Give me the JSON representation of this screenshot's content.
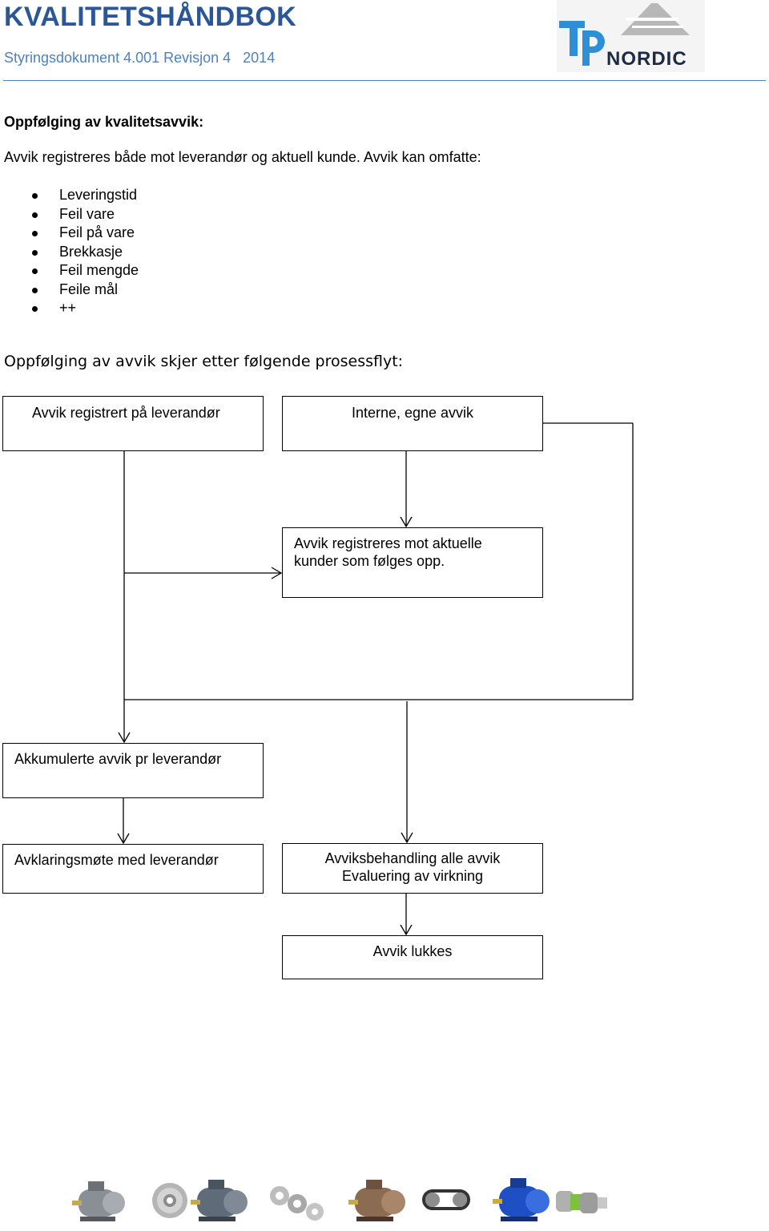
{
  "header": {
    "title": "KVALITETSHÅNDBOK",
    "subtitle": "Styringsdokument 4.001 Revisjon 4   2014",
    "logo_text": "NORDIC",
    "logo_letters": "TP",
    "accent_color": "#2b5797",
    "logo_blue": "#2f8fd5"
  },
  "content": {
    "heading": "Oppfølging av kvalitetsavvik:",
    "intro": "Avvik registreres både mot leverandør og aktuell kunde. Avvik kan omfatte:",
    "bullets": [
      "Leveringstid",
      "Feil vare",
      "Feil på vare",
      "Brekkasje",
      "Feil mengde",
      "Feile mål",
      "++"
    ],
    "process_intro": "Oppfølging av avvik skjer etter følgende prosessflyt:"
  },
  "flowchart": {
    "box_supplier": "Avvik registrert på leverandør",
    "box_internal": "Interne, egne avvik",
    "box_customers": "Avvik registreres mot aktuelle\nkunder som følges opp.",
    "box_accumulated": "Akkumulerte avvik pr leverandør",
    "box_meeting": "Avklaringsmøte med leverandør",
    "box_handling": "Avviksbehandling alle avvik\nEvaluering av virkning",
    "box_closed": "Avvik lukkes"
  },
  "footer": {
    "product_icons": [
      "electric-motor-icon",
      "gear-wheel-icon",
      "electric-motor-icon",
      "bushing-icon",
      "electric-motor-icon",
      "chain-belt-icon",
      "electric-motor-icon",
      "coupling-icon"
    ]
  }
}
